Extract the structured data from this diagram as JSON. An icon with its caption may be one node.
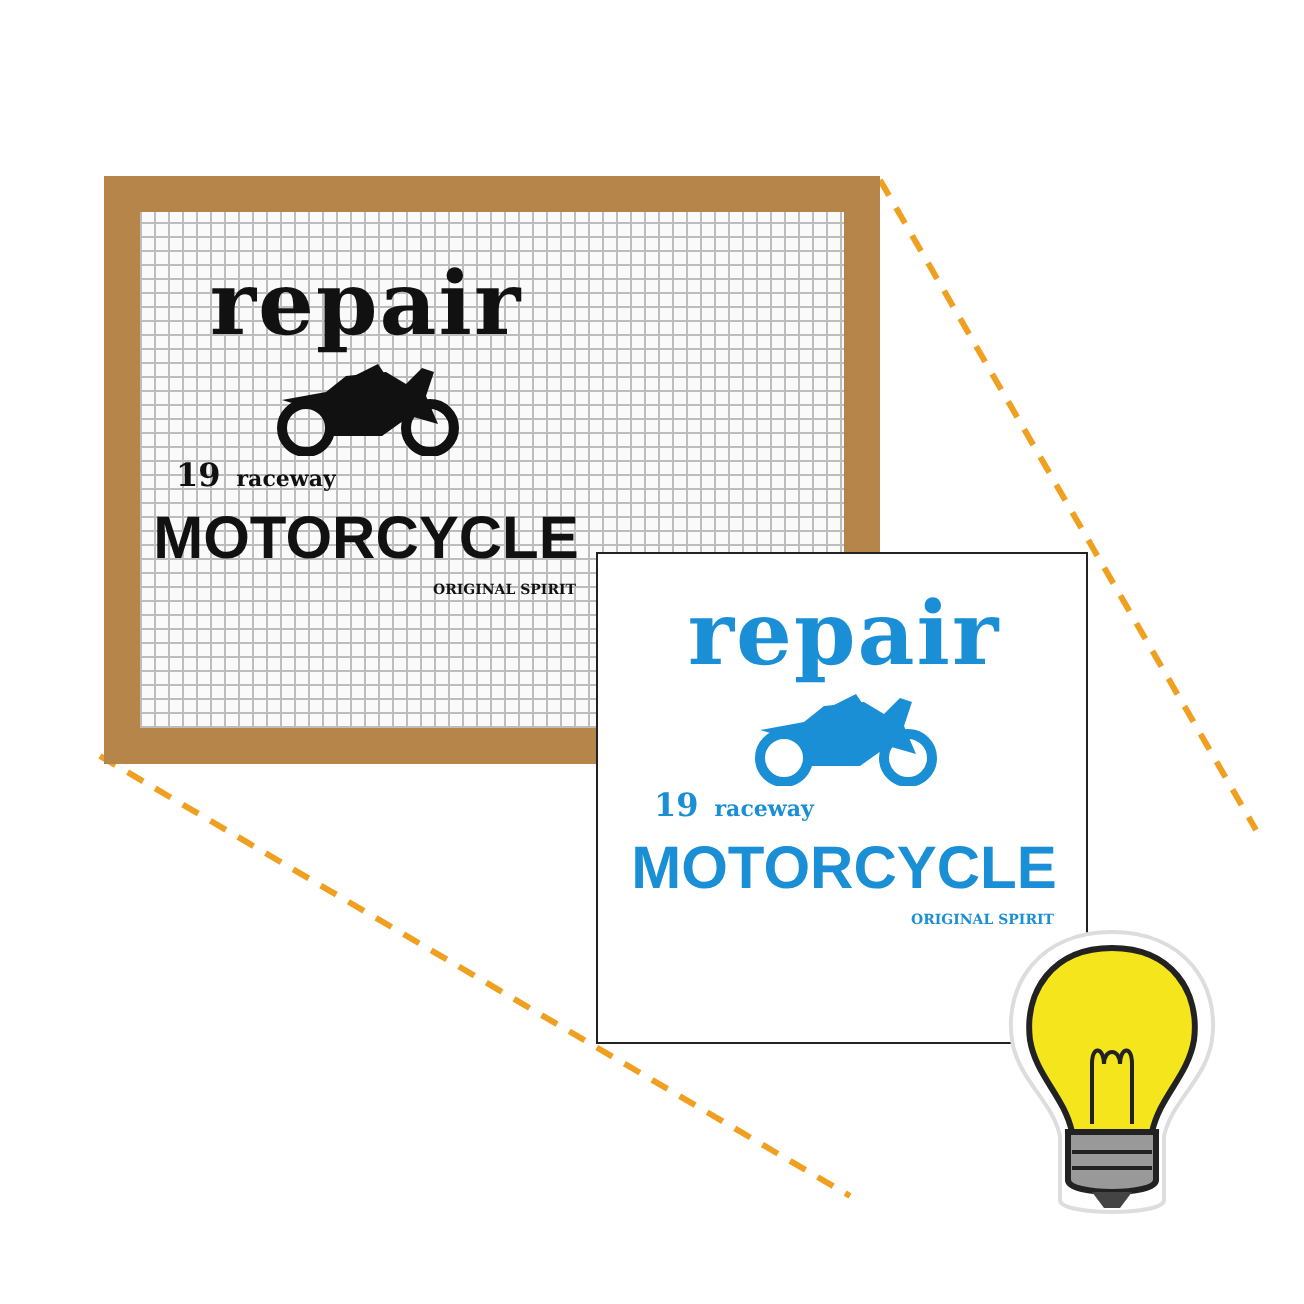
{
  "diagram": {
    "nodes": [
      {
        "text": [
          "repair",
          "19",
          "raceway",
          "MOTORCYCLE",
          "ORIGINAL SPIRIT"
        ]
      },
      {
        "text": [
          "repair",
          "19",
          "raceway",
          "MOTORCYCLE",
          "ORIGINAL SPIRIT"
        ]
      }
    ]
  }
}
